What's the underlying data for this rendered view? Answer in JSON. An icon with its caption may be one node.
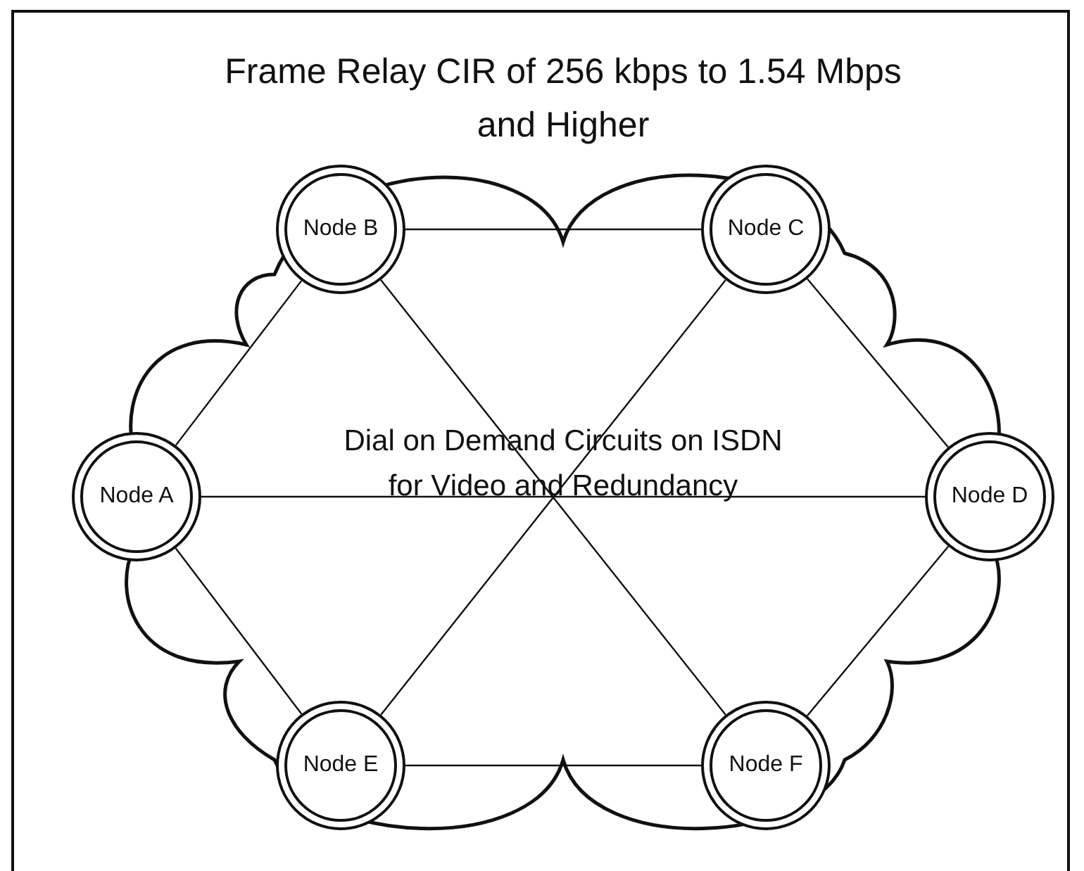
{
  "diagram": {
    "title": "Frame Relay CIR of 256 kbps to 1.54 Mbps and Higher",
    "nodes": [
      {
        "text": [
          "Node B"
        ]
      },
      {
        "text": [
          "Node C"
        ]
      },
      {
        "text": [
          "Node A"
        ]
      },
      {
        "text": [
          "Node D"
        ]
      },
      {
        "text": [
          "Node E"
        ]
      },
      {
        "text": [
          "Node F"
        ]
      }
    ],
    "edges": [
      {
        "from": 0,
        "to": 1,
        "arrow": "none"
      },
      {
        "from": 0,
        "to": 2,
        "arrow": "none"
      },
      {
        "from": 0,
        "to": 5,
        "arrow": "none"
      },
      {
        "from": 1,
        "to": 4,
        "arrow": "none"
      },
      {
        "from": 1,
        "to": 3,
        "arrow": "none"
      },
      {
        "from": 2,
        "to": 3,
        "arrow": "none"
      },
      {
        "from": 2,
        "to": 4,
        "arrow": "none"
      },
      {
        "from": 4,
        "to": 5,
        "arrow": "none"
      },
      {
        "from": 3,
        "to": 5,
        "arrow": "none"
      }
    ],
    "labels": [
      "Dial on Demand Circuits on ISDN for Video and Redundancy"
    ]
  }
}
